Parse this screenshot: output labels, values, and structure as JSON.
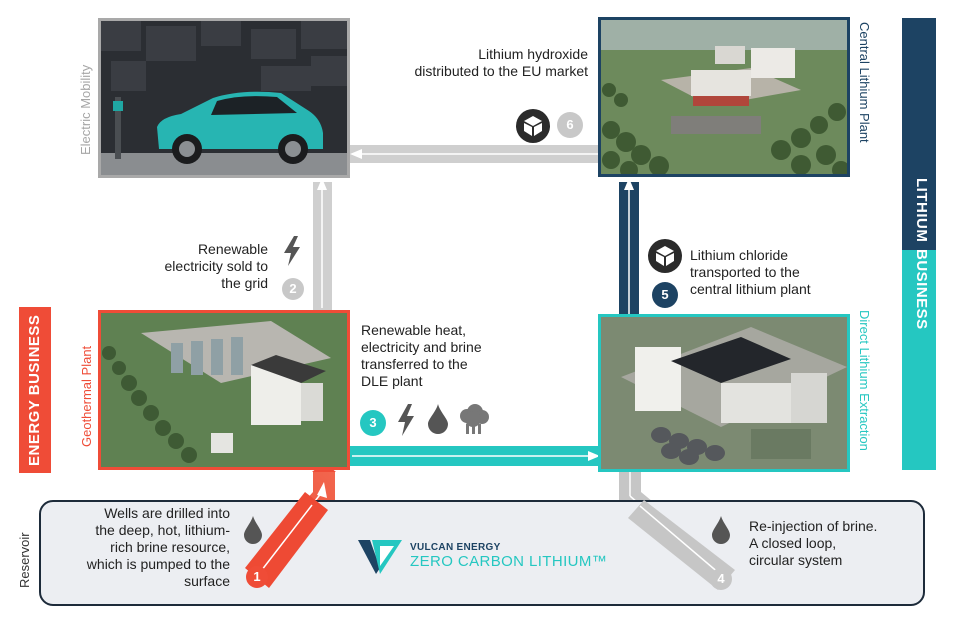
{
  "sections": {
    "energy_business": "ENERGY BUSINESS",
    "lithium_business": "LITHIUM",
    "lithium_business_2": "BUSINESS",
    "reservoir": "Reservoir"
  },
  "photos": {
    "electric_mobility": "Electric Mobility",
    "central_lithium_plant": "Central Lithium Plant",
    "geothermal_plant": "Geothermal Plant",
    "direct_lithium_extraction": "Direct Lithium Extraction"
  },
  "steps": [
    {
      "num": "1",
      "text": "Wells are drilled into the deep, hot, lithium-rich brine resource, which is pumped to the surface",
      "lines": [
        "Wells are drilled into",
        "the deep, hot, lithium-",
        "rich brine resource,",
        "which is pumped to the",
        "surface"
      ]
    },
    {
      "num": "2",
      "lines": [
        "Renewable",
        "electricity sold to",
        "the grid"
      ]
    },
    {
      "num": "3",
      "lines": [
        "Renewable heat,",
        "electricity and brine",
        "transferred to the",
        "DLE plant"
      ]
    },
    {
      "num": "4",
      "lines": [
        "Re-injection of brine.",
        "A closed loop,",
        "circular system"
      ]
    },
    {
      "num": "5",
      "lines": [
        "Lithium chloride",
        "transported to the",
        "central lithium plant"
      ]
    },
    {
      "num": "6",
      "lines": [
        "Lithium hydroxide",
        "distributed to the EU market"
      ]
    }
  ],
  "logo": {
    "brand": "VULCAN ENERGY",
    "tagline": "ZERO CARBON LITHIUM™"
  },
  "colors": {
    "red": "#ef4c37",
    "teal": "#25c7c1",
    "navy": "#1d4363",
    "grey": "#c8c8c8",
    "reservoir_bg": "#eceef2"
  },
  "icons": [
    "lightning-icon",
    "droplet-icon",
    "steam-cloud-icon",
    "box-icon"
  ]
}
